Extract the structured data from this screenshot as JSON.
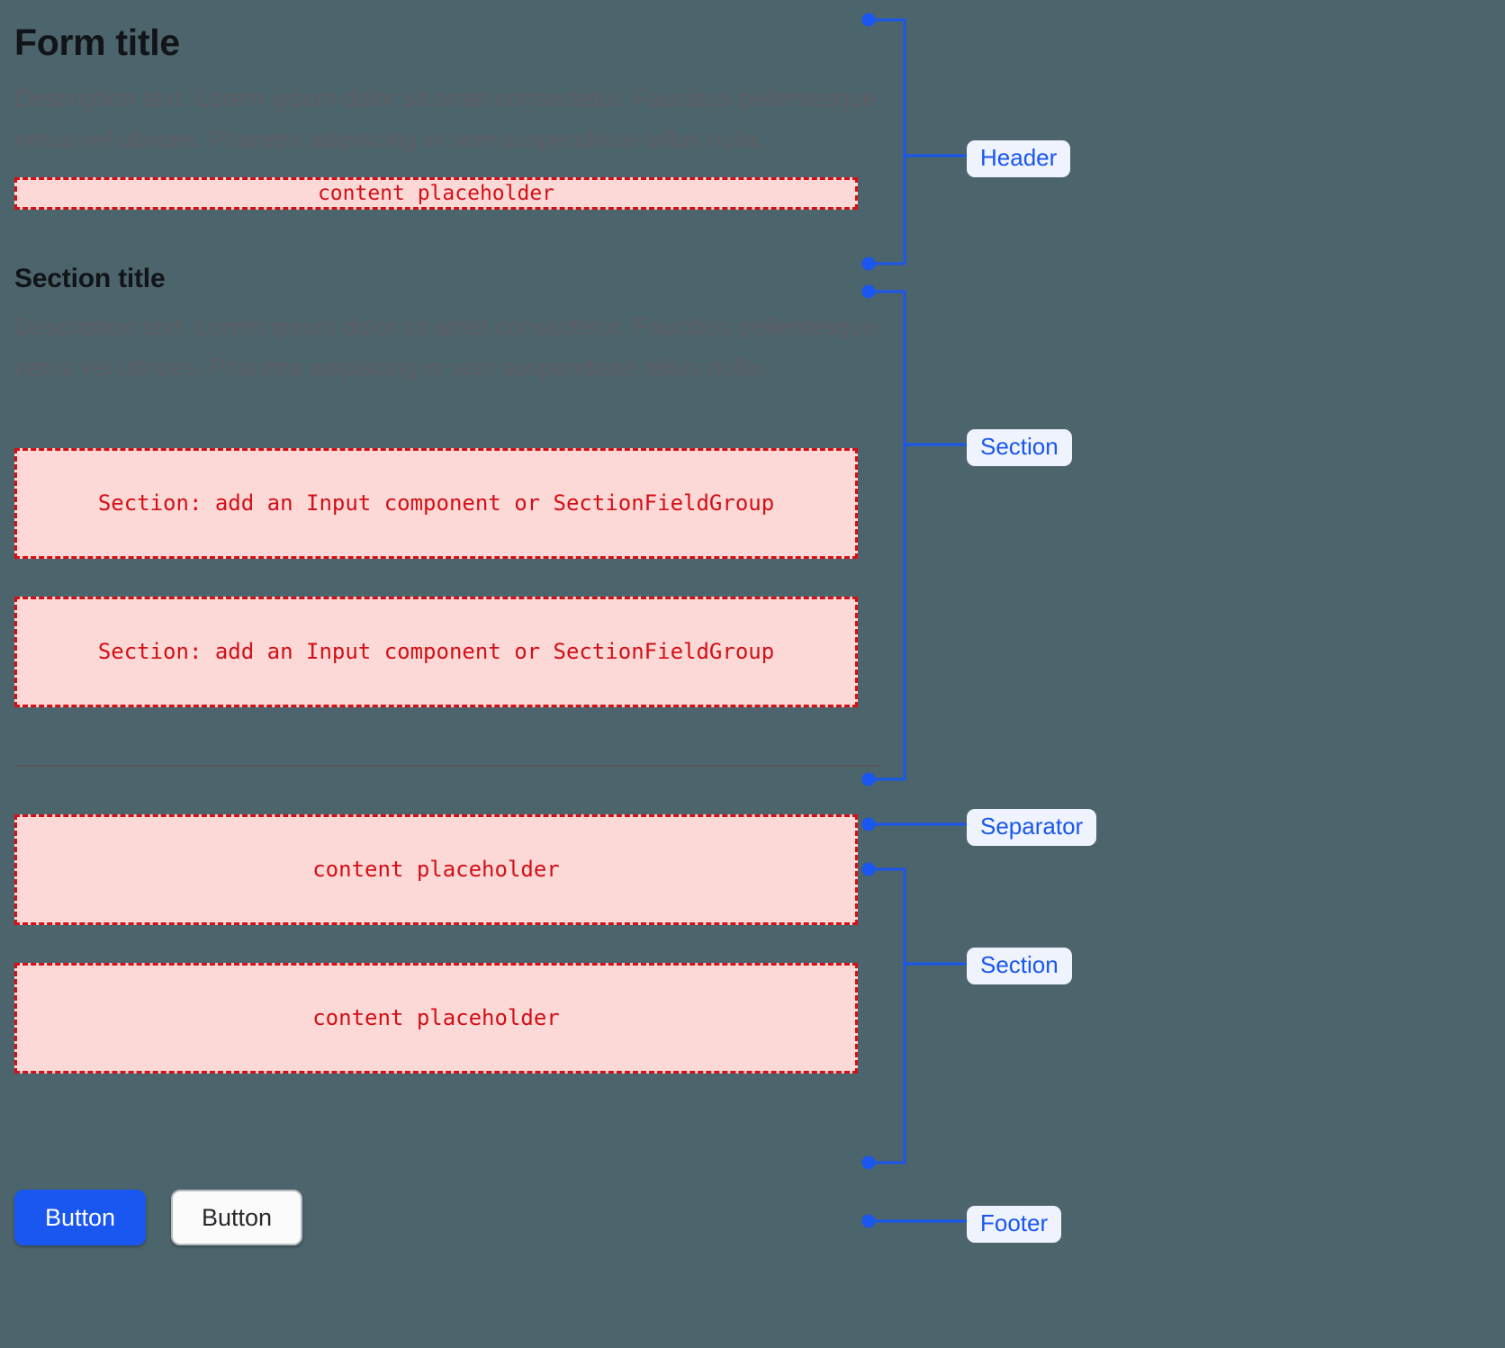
{
  "theme": {
    "page_background": "#4c646c",
    "accent_blue": "#1a56f0",
    "placeholder_red": "#d40f16",
    "placeholder_fill": "#fcd9d6",
    "label_fill": "#eef3fe",
    "separator_color": "#58595b"
  },
  "header": {
    "title": "Form title",
    "description": "Description text. Lorem ipsum dolor sit amet consectetur. Faucibus pellentesque netus vel ultrices. Pharetra adipiscing in sem suspendisse tellus nulla.",
    "placeholder": "content placeholder"
  },
  "section": {
    "title": "Section title",
    "description": "Description text. Lorem ipsum dolor sit amet consectetur. Faucibus pellentesque netus vel ultrices. Pharetra adipiscing in sem suspendisse tellus nulla.",
    "field_placeholder_1": "Section: add an Input component or SectionFieldGroup",
    "field_placeholder_2": "Section: add an Input component or SectionFieldGroup"
  },
  "section_two": {
    "placeholder_1": "content placeholder",
    "placeholder_2": "content placeholder"
  },
  "footer": {
    "primary_button": "Button",
    "secondary_button": "Button"
  },
  "annotations": {
    "header": "Header",
    "section_one": "Section",
    "separator": "Separator",
    "section_two": "Section",
    "footer": "Footer"
  }
}
